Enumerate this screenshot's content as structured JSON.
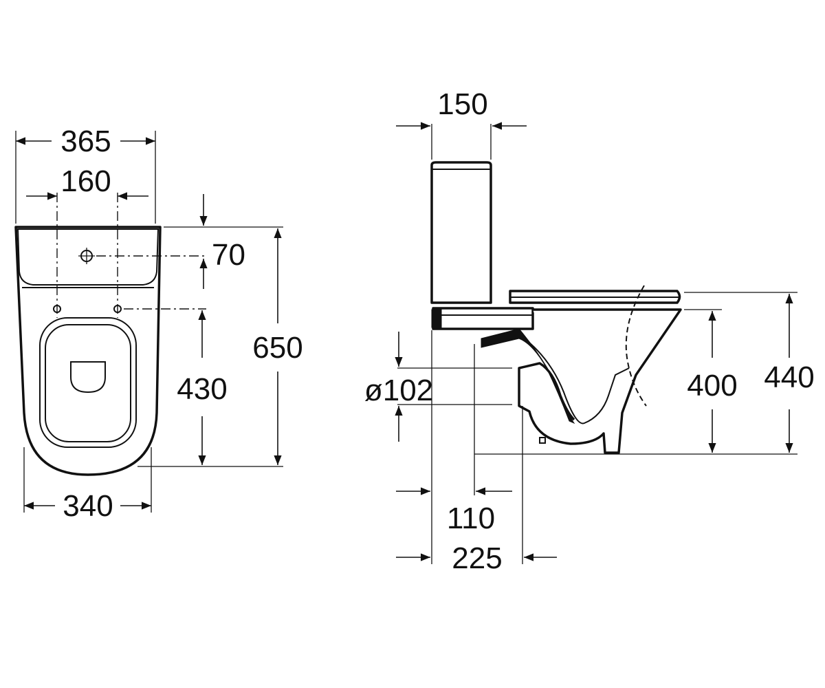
{
  "front_view": {
    "width_top": "365",
    "hole_spacing": "160",
    "hole_offset": "70",
    "seat_height_front": "430",
    "total_length": "650",
    "width_base": "340"
  },
  "side_view": {
    "cistern_depth": "150",
    "outlet_diameter": "ø102",
    "outlet_height": "400",
    "seat_height": "440",
    "wall_to_outlet": "110",
    "wall_to_pan": "225"
  }
}
